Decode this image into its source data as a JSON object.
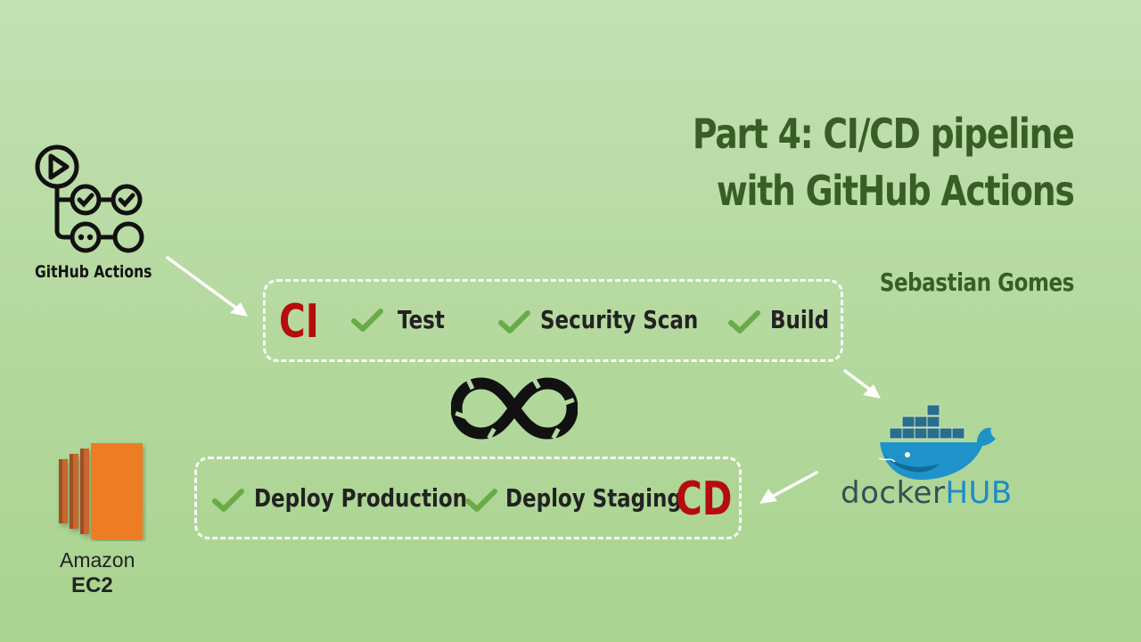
{
  "title": {
    "line1": "Part 4: CI/CD pipeline",
    "line2": "with GitHub Actions"
  },
  "author": "Sebastian Gomes",
  "github": {
    "label": "GitHub Actions",
    "icon": "github-actions-icon"
  },
  "ci": {
    "label": "CI",
    "steps": [
      {
        "label": "Test"
      },
      {
        "label": "Security Scan"
      },
      {
        "label": "Build"
      }
    ]
  },
  "cd": {
    "label": "CD",
    "steps": [
      {
        "label": "Deploy Production"
      },
      {
        "label": "Deploy Staging"
      }
    ]
  },
  "docker": {
    "word1": "docker",
    "word2": "HUB",
    "icon": "docker-whale-icon"
  },
  "ec2": {
    "line1": "Amazon",
    "line2": "EC2",
    "icon": "aws-ec2-icon"
  },
  "colors": {
    "title": "#385e25",
    "ci_cd_label": "#b50d0d",
    "check": "#6aab47",
    "box_border": "#ffffff",
    "ec2_orange": "#ed7d23",
    "docker_blue": "#1d8bc8"
  }
}
